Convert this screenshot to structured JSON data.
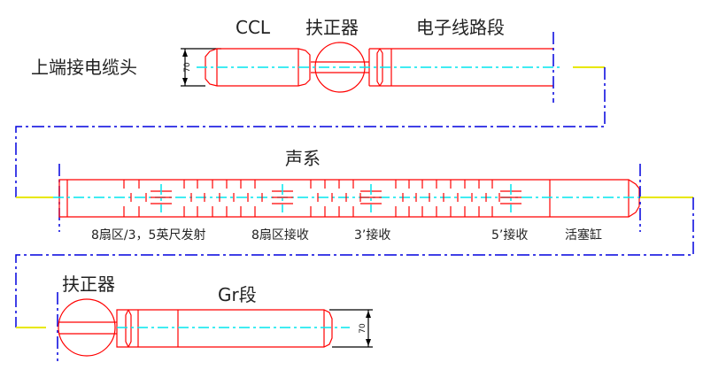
{
  "top_row": {
    "cable_head_label": "上端接电缆头",
    "ccl_label": "CCL",
    "centralizer_label": "扶正器",
    "electronics_label": "电子线路段",
    "diameter_label": "70"
  },
  "middle_row": {
    "acoustic_label": "声系",
    "labels": [
      "8扇区/3，5英尺发射",
      "8扇区接收",
      "3’接收",
      "5’接收",
      "活塞缸"
    ]
  },
  "bottom_row": {
    "centralizer_label": "扶正器",
    "gr_label": "Gr段",
    "diameter_label": "70"
  },
  "colors": {
    "body": "#ff0000",
    "centerline": "#00e5ee",
    "connector": "#0000dd",
    "wire": "#e8e800"
  }
}
